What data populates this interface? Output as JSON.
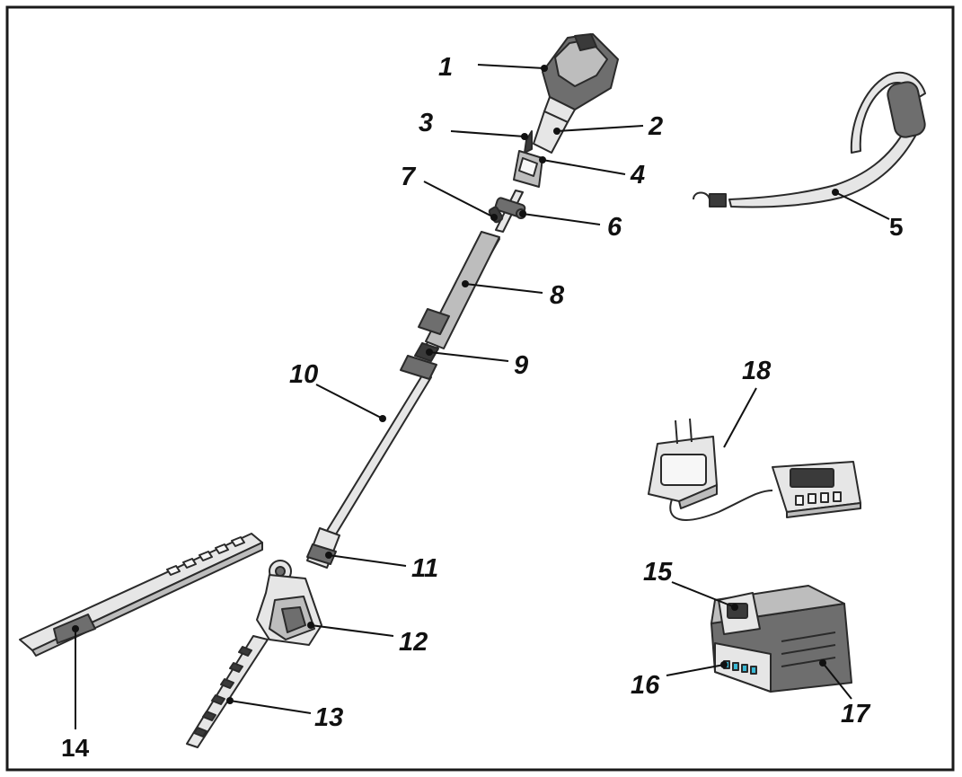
{
  "diagram": {
    "callouts": [
      {
        "id": "1",
        "text": "1"
      },
      {
        "id": "2",
        "text": "2"
      },
      {
        "id": "3",
        "text": "3"
      },
      {
        "id": "4",
        "text": "4"
      },
      {
        "id": "5",
        "text": "5"
      },
      {
        "id": "6",
        "text": "6"
      },
      {
        "id": "7",
        "text": "7"
      },
      {
        "id": "8",
        "text": "8"
      },
      {
        "id": "9",
        "text": "9"
      },
      {
        "id": "10",
        "text": "10"
      },
      {
        "id": "11",
        "text": "11"
      },
      {
        "id": "12",
        "text": "12"
      },
      {
        "id": "13",
        "text": "13"
      },
      {
        "id": "14",
        "text": "14"
      },
      {
        "id": "15",
        "text": "15"
      },
      {
        "id": "16",
        "text": "16"
      },
      {
        "id": "17",
        "text": "17"
      },
      {
        "id": "18",
        "text": "18"
      }
    ],
    "colors": {
      "line": "#111111",
      "metal_light": "#e6e6e6",
      "metal_mid": "#bdbdbd",
      "plastic_dark": "#6e6e6e",
      "led_accent": "#39b9d6"
    }
  }
}
